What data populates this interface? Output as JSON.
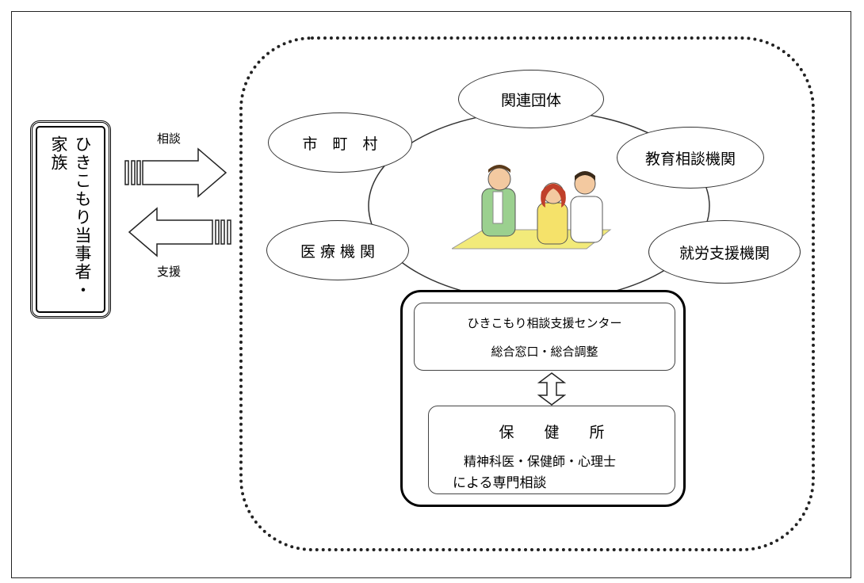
{
  "person": {
    "label": "ひきこもり当事者・家族"
  },
  "arrows": {
    "consult_label": "相談",
    "support_label": "支援"
  },
  "network": {
    "nodes": [
      {
        "key": "related",
        "label": "関連団体"
      },
      {
        "key": "municipality",
        "label": "市　町　村"
      },
      {
        "key": "education",
        "label": "教育相談機関"
      },
      {
        "key": "medical",
        "label": "医 療 機 関"
      },
      {
        "key": "employment",
        "label": "就労支援機関"
      }
    ]
  },
  "center": {
    "title": "ひきこもり相談支援センター",
    "subtitle": "総合窓口・総合調整",
    "health": {
      "title": "保　　健　　所",
      "line1": "精神科医・保健師・心理士",
      "line2": "による専門相談"
    }
  },
  "colors": {
    "stroke": "#222222",
    "illustration_skin": "#f3c9a0",
    "illustration_shirt_green": "#9bd08f",
    "illustration_table": "#f2ea7a"
  }
}
